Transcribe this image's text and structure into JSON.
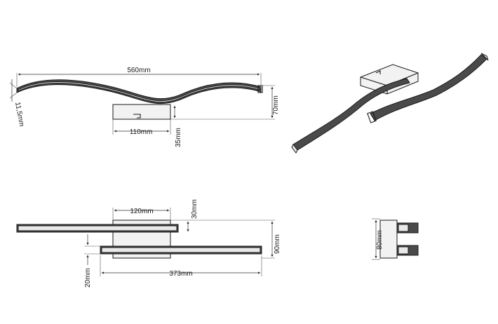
{
  "dimensions": {
    "front_length": "560mm",
    "front_thickness": "11,5mm",
    "front_height": "70mm",
    "front_base_width": "110mm",
    "front_base_height": "35mm",
    "top_base_width": "120mm",
    "top_offset": "30mm",
    "top_depth": "90mm",
    "top_bar_width": "20mm",
    "top_length": "373mm",
    "side_height": "80mm"
  },
  "colors": {
    "line": "#1a1a1a",
    "bar": "#4a4a4a",
    "background": "#ffffff"
  }
}
